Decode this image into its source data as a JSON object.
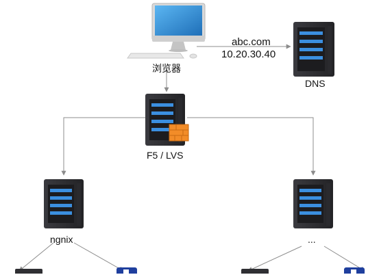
{
  "nodes": {
    "browser": {
      "label": "浏览器",
      "icon": "desktop-computer-icon"
    },
    "dns": {
      "label": "DNS",
      "icon": "server-icon"
    },
    "lb": {
      "label": "F5 / LVS",
      "icon": "server-icon",
      "badge_icon": "firewall-icon"
    },
    "nginx": {
      "label": "ngnix",
      "icon": "server-icon"
    },
    "other": {
      "label": "...",
      "icon": "server-icon"
    }
  },
  "edges": {
    "dns_query": {
      "domain": "abc.com",
      "ip": "10.20.30.40"
    }
  },
  "colors": {
    "server_body": "#2f2f33",
    "server_face": "#1c1c1f",
    "drive_led": "#3b8fe0",
    "edge": "#8c8c8c",
    "firewall": "#f28c28",
    "monitor_screen": "#2a8fd8",
    "badge_blue": "#1f3f9e"
  }
}
